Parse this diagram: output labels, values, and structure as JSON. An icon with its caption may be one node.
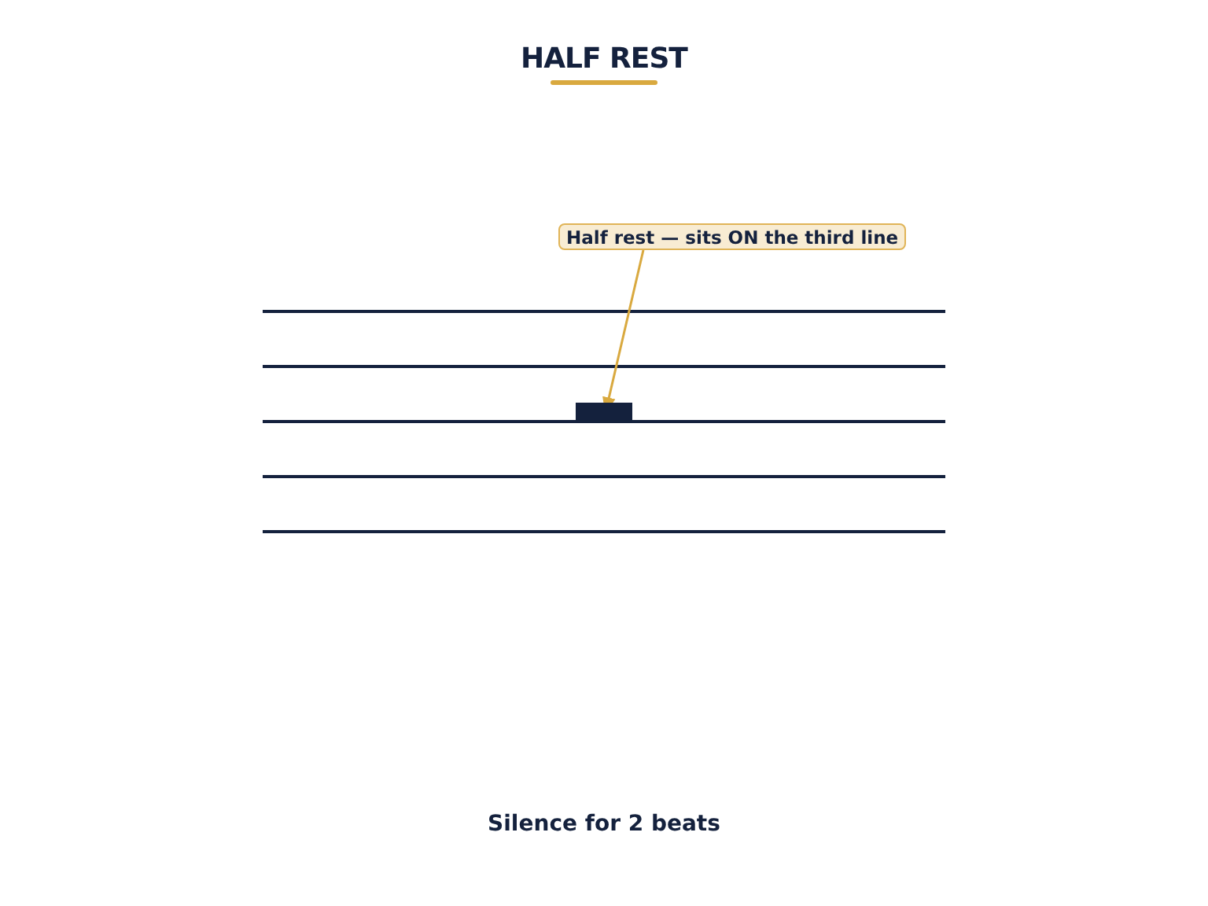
{
  "diagram": {
    "title": "HALF REST",
    "caption": "Silence for 2 beats",
    "nodes": [
      {
        "text": [
          "Half rest — sits ON the third line"
        ]
      },
      {
        "text": [],
        "shape": "bar"
      }
    ],
    "edges": [
      {
        "from": 0,
        "to": 1,
        "arrow": "to"
      }
    ]
  }
}
